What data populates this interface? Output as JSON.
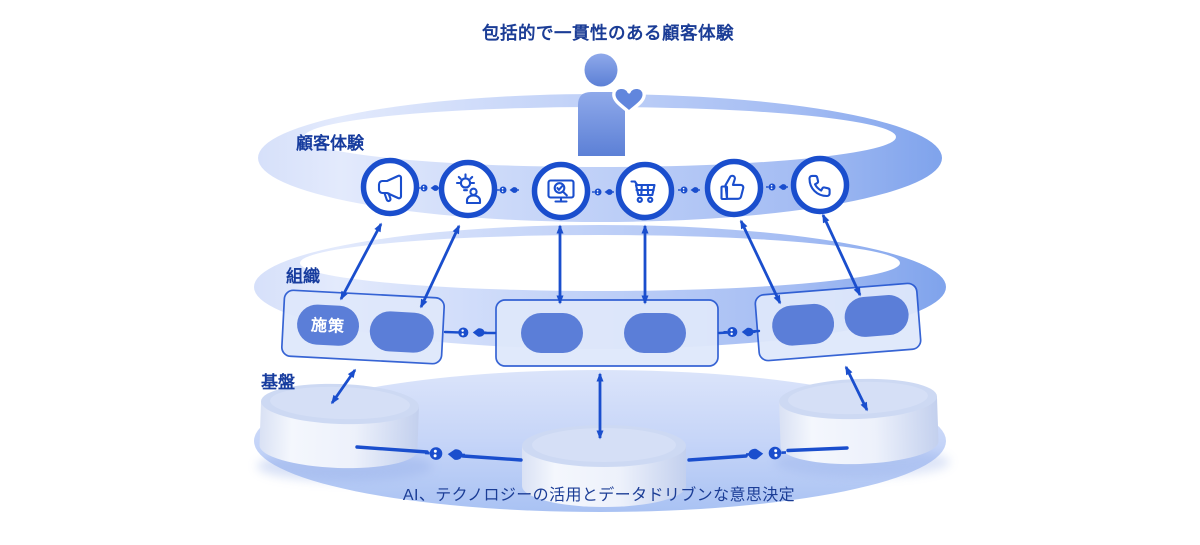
{
  "diagram": {
    "title": "包括的で一貫性のある顧客体験",
    "footer": "AI、テクノロジーの活用とデータドリブンな意思決定",
    "layers": {
      "experience": {
        "label": "顧客体験",
        "icons": [
          {
            "name": "megaphone-icon"
          },
          {
            "name": "idea-person-icon"
          },
          {
            "name": "monitor-search-icon"
          },
          {
            "name": "shopping-cart-icon"
          },
          {
            "name": "thumbs-up-icon"
          },
          {
            "name": "phone-icon"
          }
        ]
      },
      "organization": {
        "label": "組織",
        "pill_label": "施策"
      },
      "foundation": {
        "label": "基盤"
      }
    },
    "person_icon": "customer-with-heart-icon",
    "connector_icon": "plug-connector-icon",
    "colors": {
      "primary_blue": "#1a4ecd",
      "label_navy": "#1b3d96",
      "pill_blue": "#5b7ed8",
      "band_light": "#dfe8fc",
      "band_dark": "#7fa3ec",
      "box_fill": "#dfe8fb",
      "cylinder_light": "#eef2fb",
      "base_blue": "#b9cdf5",
      "person_blue": "#6c8fe0"
    }
  }
}
